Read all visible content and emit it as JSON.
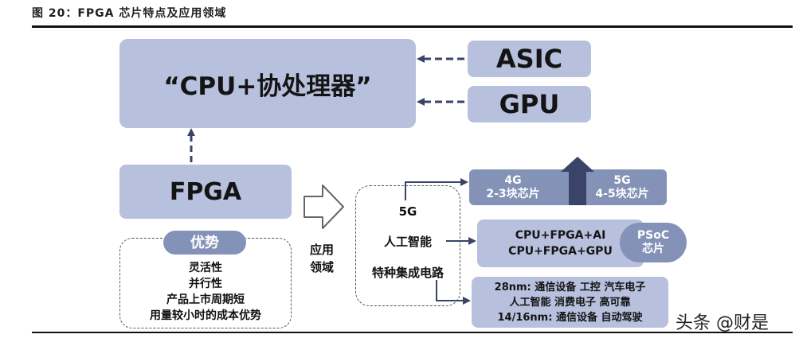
{
  "figure_title": "图 20：FPGA 芯片特点及应用领域",
  "cpu_box": "“CPU+协处理器”",
  "asic": "ASIC",
  "gpu": "GPU",
  "fpga": "FPGA",
  "advantages": {
    "badge": "优势",
    "items": [
      "灵活性",
      "并行性",
      "产品上市周期短",
      "用量较小时的成本优势"
    ]
  },
  "domain_label": [
    "应用",
    "领域"
  ],
  "domains": [
    "5G",
    "人工智能",
    "特种集成电路"
  ],
  "chip_4g": [
    "4G",
    "2-3块芯片"
  ],
  "chip_5g": [
    "5G",
    "4-5块芯片"
  ],
  "ai_combos": [
    "CPU+FPGA+AI",
    "CPU+FPGA+GPU"
  ],
  "psoc": [
    "PSoC",
    "芯片"
  ],
  "special_ic": [
    "28nm: 通信设备 工控 汽车电子",
    "人工智能 消费电子 高可靠",
    "14/16nm: 通信设备 自动驾驶"
  ],
  "watermark": "头条 @财是",
  "colors": {
    "box_light": "#b7c0dc",
    "box_dark": "#8492b8",
    "arrow_dark": "#3a4468",
    "text": "#141414"
  }
}
